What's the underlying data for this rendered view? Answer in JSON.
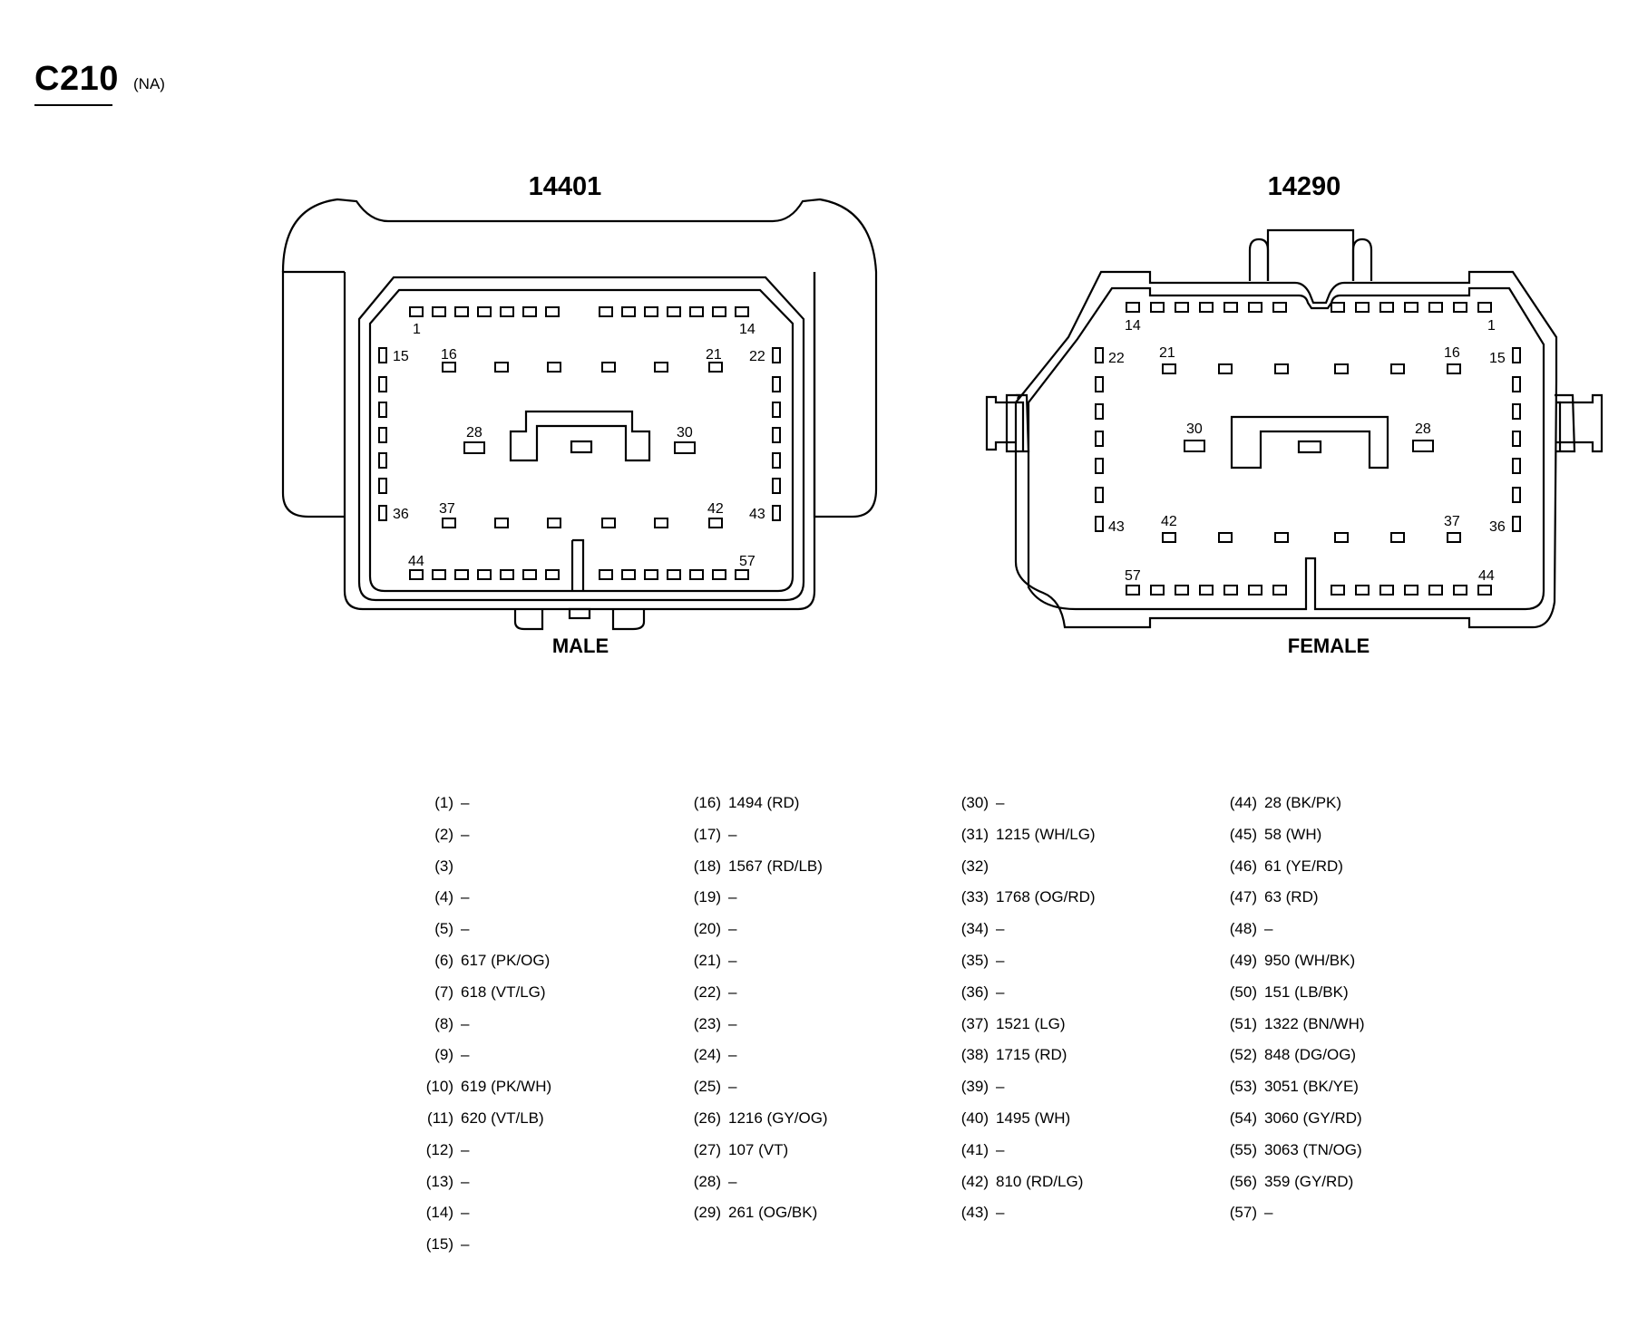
{
  "connector": {
    "id": "C210",
    "market": "(NA)"
  },
  "views": [
    {
      "part_number": "14401",
      "gender": "MALE",
      "pin_labels": [
        "1",
        "14",
        "15",
        "16",
        "21",
        "22",
        "28",
        "30",
        "36",
        "37",
        "42",
        "43",
        "44",
        "57"
      ]
    },
    {
      "part_number": "14290",
      "gender": "FEMALE",
      "pin_labels": [
        "14",
        "1",
        "22",
        "21",
        "16",
        "15",
        "30",
        "28",
        "43",
        "42",
        "37",
        "36",
        "57",
        "44"
      ]
    }
  ],
  "pinout": [
    [
      {
        "pin": "(1)",
        "circuit": "–"
      },
      {
        "pin": "(2)",
        "circuit": "–"
      },
      {
        "pin": "(3)",
        "circuit": ""
      },
      {
        "pin": "(4)",
        "circuit": "–"
      },
      {
        "pin": "(5)",
        "circuit": "–"
      },
      {
        "pin": "(6)",
        "circuit": "617 (PK/OG)"
      },
      {
        "pin": "(7)",
        "circuit": "618 (VT/LG)"
      },
      {
        "pin": "(8)",
        "circuit": "–"
      },
      {
        "pin": "(9)",
        "circuit": "–"
      },
      {
        "pin": "(10)",
        "circuit": "619 (PK/WH)"
      },
      {
        "pin": "(11)",
        "circuit": "620 (VT/LB)"
      },
      {
        "pin": "(12)",
        "circuit": "–"
      },
      {
        "pin": "(13)",
        "circuit": "–"
      },
      {
        "pin": "(14)",
        "circuit": "–"
      },
      {
        "pin": "(15)",
        "circuit": "–"
      }
    ],
    [
      {
        "pin": "(16)",
        "circuit": "1494 (RD)"
      },
      {
        "pin": "(17)",
        "circuit": "–"
      },
      {
        "pin": "(18)",
        "circuit": "1567 (RD/LB)"
      },
      {
        "pin": "(19)",
        "circuit": "–"
      },
      {
        "pin": "(20)",
        "circuit": "–"
      },
      {
        "pin": "(21)",
        "circuit": "–"
      },
      {
        "pin": "(22)",
        "circuit": "–"
      },
      {
        "pin": "(23)",
        "circuit": "–"
      },
      {
        "pin": "(24)",
        "circuit": "–"
      },
      {
        "pin": "(25)",
        "circuit": "–"
      },
      {
        "pin": "(26)",
        "circuit": "1216 (GY/OG)"
      },
      {
        "pin": "(27)",
        "circuit": "107 (VT)"
      },
      {
        "pin": "(28)",
        "circuit": "–"
      },
      {
        "pin": "(29)",
        "circuit": "261 (OG/BK)"
      }
    ],
    [
      {
        "pin": "(30)",
        "circuit": "–"
      },
      {
        "pin": "(31)",
        "circuit": "1215 (WH/LG)"
      },
      {
        "pin": "(32)",
        "circuit": ""
      },
      {
        "pin": "(33)",
        "circuit": "1768 (OG/RD)"
      },
      {
        "pin": "(34)",
        "circuit": "–"
      },
      {
        "pin": "(35)",
        "circuit": "–"
      },
      {
        "pin": "(36)",
        "circuit": "–"
      },
      {
        "pin": "(37)",
        "circuit": "1521 (LG)"
      },
      {
        "pin": "(38)",
        "circuit": "1715 (RD)"
      },
      {
        "pin": "(39)",
        "circuit": "–"
      },
      {
        "pin": "(40)",
        "circuit": "1495 (WH)"
      },
      {
        "pin": "(41)",
        "circuit": "–"
      },
      {
        "pin": "(42)",
        "circuit": "810 (RD/LG)"
      },
      {
        "pin": "(43)",
        "circuit": "–"
      }
    ],
    [
      {
        "pin": "(44)",
        "circuit": "28 (BK/PK)"
      },
      {
        "pin": "(45)",
        "circuit": "58 (WH)"
      },
      {
        "pin": "(46)",
        "circuit": "61 (YE/RD)"
      },
      {
        "pin": "(47)",
        "circuit": "63 (RD)"
      },
      {
        "pin": "(48)",
        "circuit": "–"
      },
      {
        "pin": "(49)",
        "circuit": "950 (WH/BK)"
      },
      {
        "pin": "(50)",
        "circuit": "151 (LB/BK)"
      },
      {
        "pin": "(51)",
        "circuit": "1322 (BN/WH)"
      },
      {
        "pin": "(52)",
        "circuit": "848 (DG/OG)"
      },
      {
        "pin": "(53)",
        "circuit": "3051 (BK/YE)"
      },
      {
        "pin": "(54)",
        "circuit": "3060 (GY/RD)"
      },
      {
        "pin": "(55)",
        "circuit": "3063 (TN/OG)"
      },
      {
        "pin": "(56)",
        "circuit": "359 (GY/RD)"
      },
      {
        "pin": "(57)",
        "circuit": "–"
      }
    ]
  ]
}
